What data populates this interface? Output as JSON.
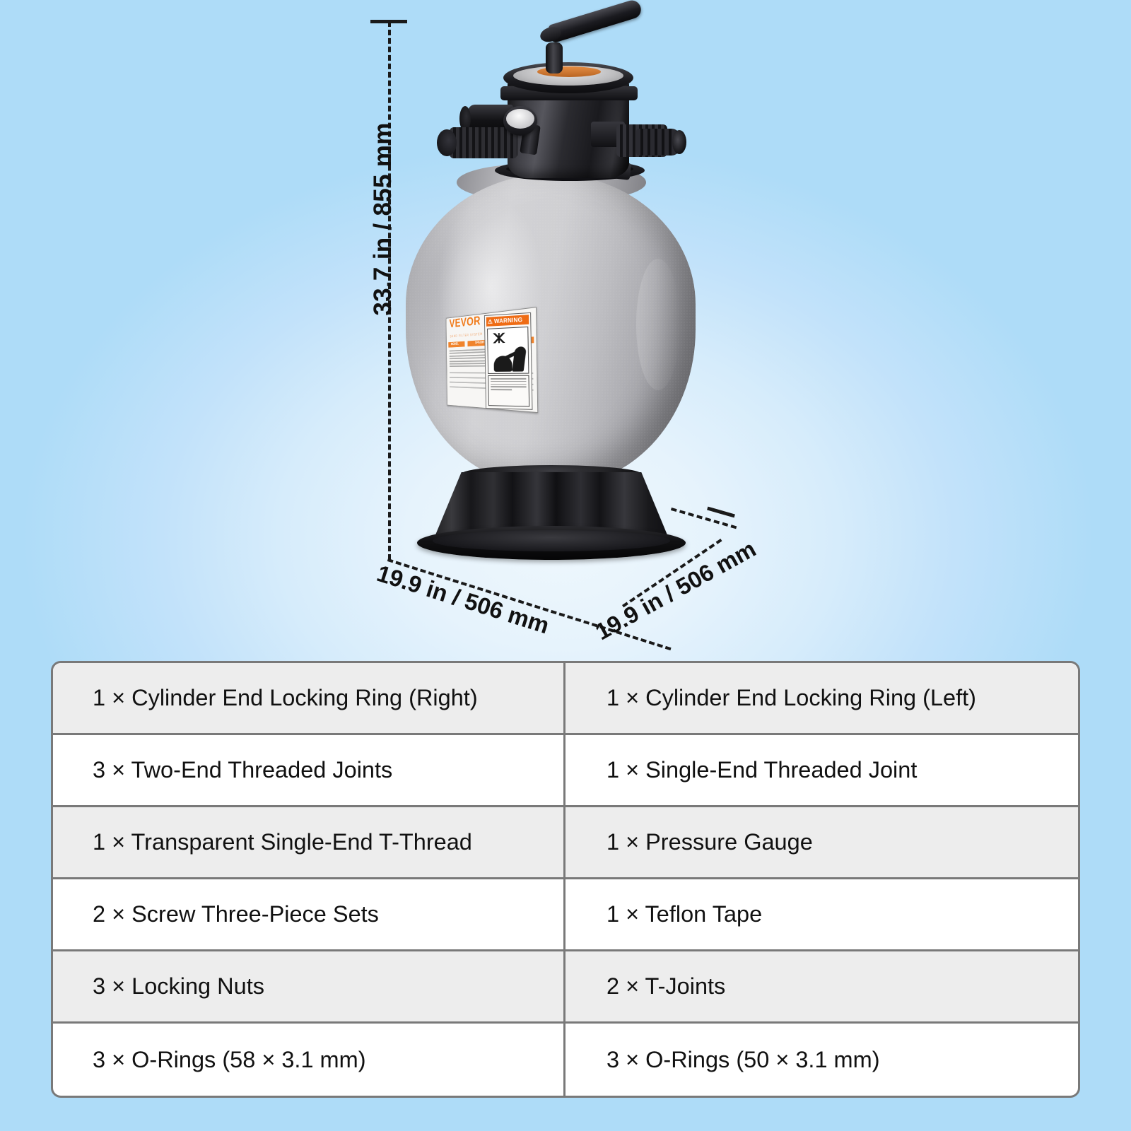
{
  "product": {
    "name": "pool-sand-filter",
    "brand": "VEVOR",
    "label": {
      "brand_text": "VEVOR",
      "sub_text": "SAND FILTER SYSTEM",
      "bar_left": "MODEL",
      "bar_right": "SPECIFICATIONS"
    },
    "warning_sticker": {
      "header": "WARNING",
      "icon": "warning-triangle-icon",
      "pictogram": "burst-hazard-icon"
    },
    "valve": {
      "handle": "valve-handle",
      "gauge": "pressure-gauge",
      "ports": [
        "left-union",
        "right-union",
        "side-spout"
      ]
    }
  },
  "dimensions": {
    "height": "33.7 in / 855 mm",
    "width": "19.9 in / 506 mm",
    "depth": "19.9 in / 506 mm"
  },
  "colors": {
    "background_center": "#eef7fd",
    "background_edge": "#aedcf8",
    "brand_orange": "#f07a1a",
    "warning_orange": "#ef6c14",
    "table_border": "#797979",
    "table_alt_row": "#ededed",
    "tank_gray": "#c3c3c7",
    "base_black": "#121215"
  },
  "parts_table": {
    "rows": [
      {
        "left": "1 × Cylinder End Locking Ring (Right)",
        "right": "1 × Cylinder End Locking Ring (Left)"
      },
      {
        "left": "3 × Two-End Threaded Joints",
        "right": "1 × Single-End Threaded Joint"
      },
      {
        "left": "1 × Transparent Single-End T-Thread",
        "right": "1 × Pressure Gauge"
      },
      {
        "left": "2 × Screw Three-Piece Sets",
        "right": "1 × Teflon Tape"
      },
      {
        "left": "3 × Locking Nuts",
        "right": "2 × T-Joints"
      },
      {
        "left": "3 × O-Rings (58 × 3.1 mm)",
        "right": "3 × O-Rings (50 × 3.1 mm)"
      }
    ]
  }
}
